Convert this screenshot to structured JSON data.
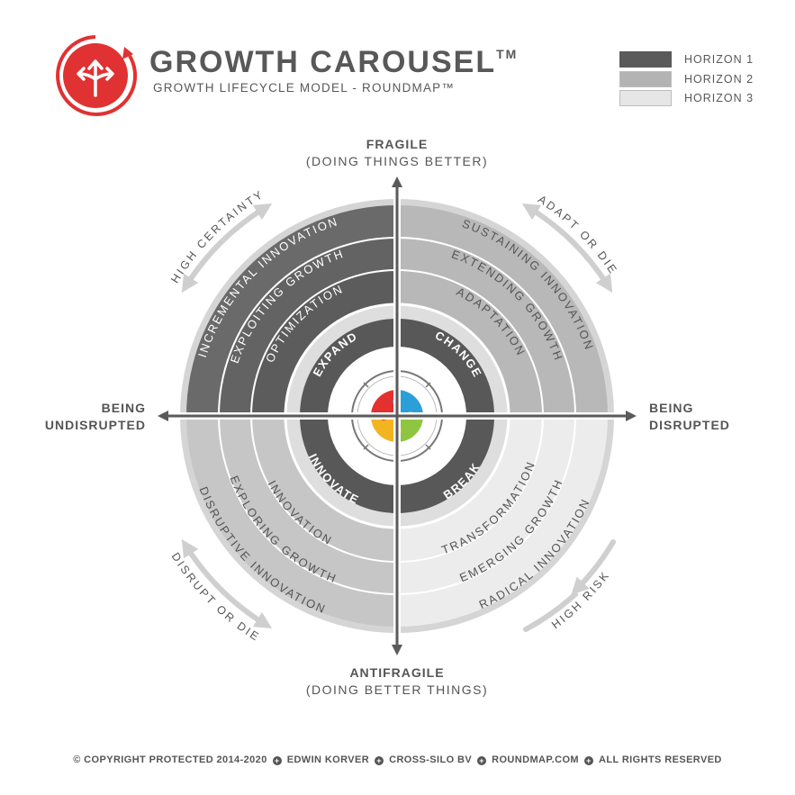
{
  "header": {
    "title": "GROWTH CAROUSEL",
    "title_mark": "TM",
    "subtitle": "GROWTH LIFECYCLE MODEL - ROUNDMAP™"
  },
  "legend": [
    {
      "label": "HORIZON 1",
      "color": "#5a5a5a"
    },
    {
      "label": "HORIZON 2",
      "color": "#b3b3b3"
    },
    {
      "label": "HORIZON 3",
      "color": "#e6e6e6"
    }
  ],
  "axes": {
    "top": {
      "line1": "FRAGILE",
      "line2": "(DOING THINGS BETTER)"
    },
    "bottom": {
      "line1": "ANTIFRAGILE",
      "line2": "(DOING BETTER THINGS)"
    },
    "left": {
      "line1": "BEING",
      "line2": "UNDISRUPTED"
    },
    "right": {
      "line1": "BEING",
      "line2": "DISRUPTED"
    }
  },
  "corner_labels": {
    "top_left": "HIGH CERTAINTY",
    "top_right": "ADAPT OR DIE",
    "bottom_left": "DISRUPT OR DIE",
    "bottom_right": "HIGH RISK"
  },
  "quadrants": {
    "top_left": [
      "INCREMENTAL INNOVATION",
      "EXPLOITING GROWTH",
      "OPTIMIZATION"
    ],
    "top_right": [
      "SUSTAINING INNOVATION",
      "EXTENDING GROWTH",
      "ADAPTATION"
    ],
    "bottom_left": [
      "DISRUPTIVE INNOVATION",
      "EXPLORING GROWTH",
      "INNOVATION"
    ],
    "bottom_right": [
      "RADICAL INNOVATION",
      "EMERGING GROWTH",
      "TRANSFORMATION"
    ]
  },
  "inner_ring": {
    "top_left": "EXPAND",
    "top_right": "CHANGE",
    "bottom_left": "INNOVATE",
    "bottom_right": "BREAK"
  },
  "puzzle_colors": {
    "top_left": "#e53030",
    "top_right": "#2a9fd8",
    "bottom_left": "#f2b521",
    "bottom_right": "#8fc641"
  },
  "logo_color": "#e03232",
  "footer": {
    "copyright": "© COPYRIGHT PROTECTED 2014-2020",
    "author": "EDWIN KORVER",
    "company": "CROSS-SILO BV",
    "website": "ROUNDMAP.COM",
    "rights": "ALL RIGHTS RESERVED"
  }
}
